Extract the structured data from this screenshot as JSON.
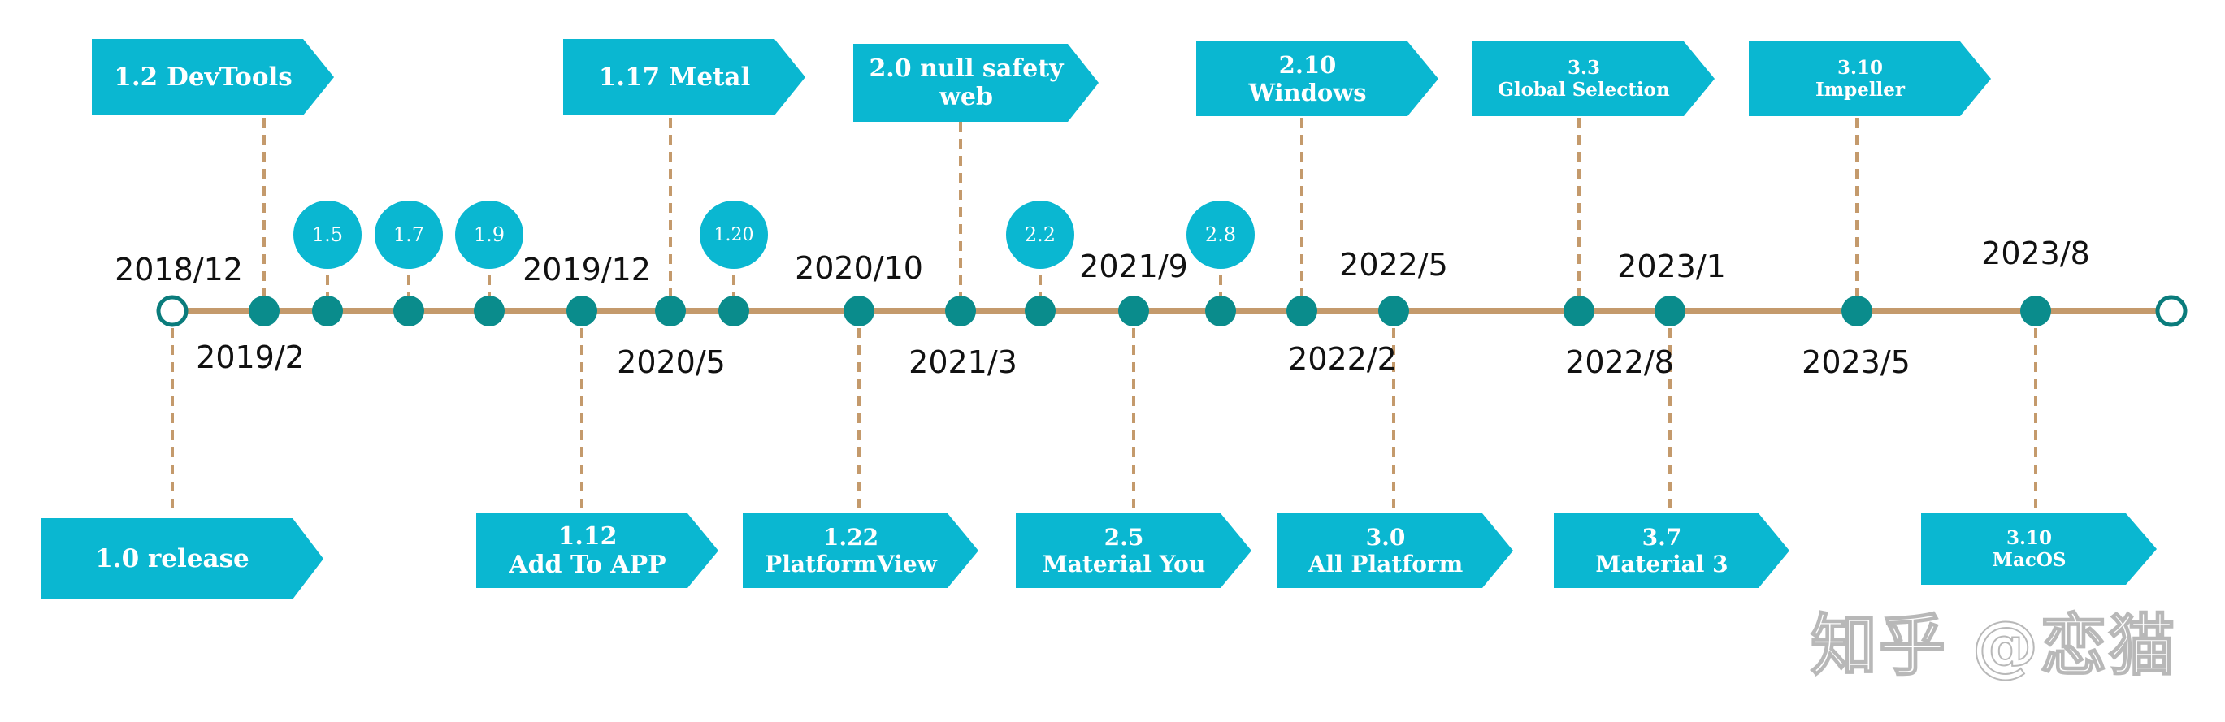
{
  "colors": {
    "axis": "#c49a6c",
    "dot": "#0a8c8c",
    "flag": "#0ab7d1",
    "text": "#111111"
  },
  "axis_dates": {
    "d2018_12": "2018/12",
    "d2019_2": "2019/2",
    "d2019_12": "2019/12",
    "d2020_5": "2020/5",
    "d2020_10": "2020/10",
    "d2021_3": "2021/3",
    "d2021_9": "2021/9",
    "d2022_2": "2022/2",
    "d2022_5": "2022/5",
    "d2022_8": "2022/8",
    "d2023_1": "2023/1",
    "d2023_5": "2023/5",
    "d2023_8": "2023/8"
  },
  "bubbles": {
    "v1_5": "1.5",
    "v1_7": "1.7",
    "v1_9": "1.9",
    "v1_20": "1.20",
    "v2_2": "2.2",
    "v2_8": "2.8"
  },
  "flags_top": {
    "devtools": {
      "line1": "1.2 DevTools",
      "line2": ""
    },
    "metal": {
      "line1": "1.17 Metal",
      "line2": ""
    },
    "null_safety": {
      "line1": "2.0 null safety",
      "line2": "web"
    },
    "windows": {
      "line1": "2.10",
      "line2": "Windows"
    },
    "global_selection": {
      "line1": "3.3",
      "line2": "Global Selection"
    },
    "impeller": {
      "line1": "3.10",
      "line2": "Impeller"
    }
  },
  "flags_bottom": {
    "release": {
      "line1": "1.0 release",
      "line2": ""
    },
    "add_to_app": {
      "line1": "1.12",
      "line2": "Add To APP"
    },
    "platform_view": {
      "line1": "1.22",
      "line2": "PlatformView"
    },
    "material_you": {
      "line1": "2.5",
      "line2": "Material You"
    },
    "all_platform": {
      "line1": "3.0",
      "line2": "All Platform"
    },
    "material_3": {
      "line1": "3.7",
      "line2": "Material 3"
    },
    "macos": {
      "line1": "3.10",
      "line2": "MacOS"
    }
  },
  "watermark": "知乎 @恋猫"
}
